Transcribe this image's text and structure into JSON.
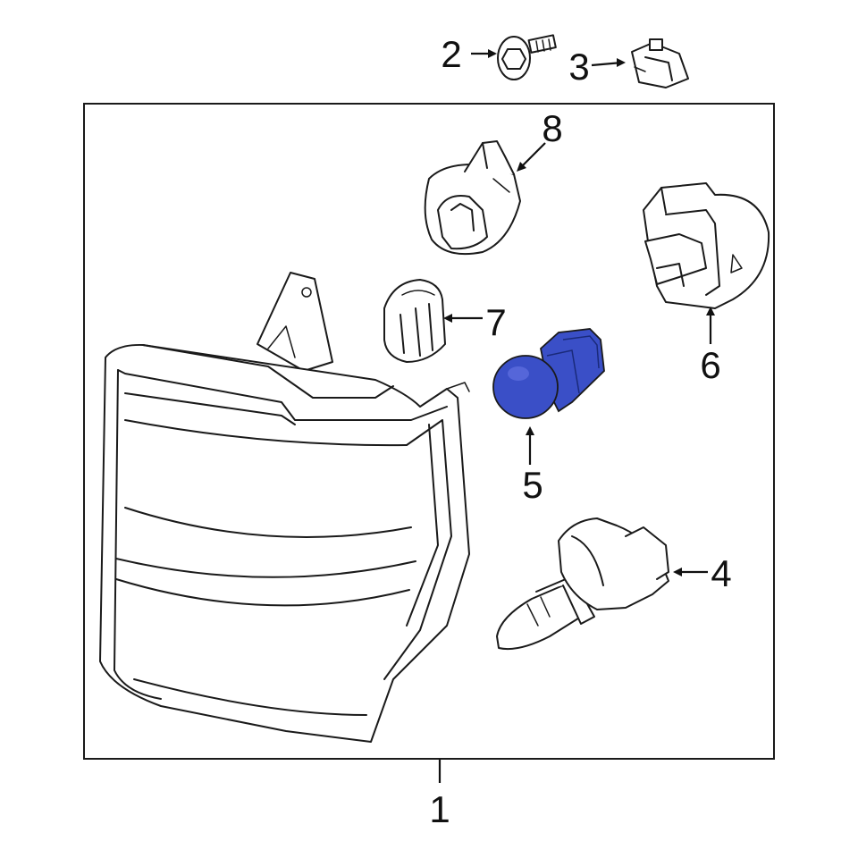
{
  "diagram": {
    "highlight_color": "#3a4fc7",
    "line_color": "#1a1a1a",
    "callouts": [
      {
        "id": "1",
        "label": "1"
      },
      {
        "id": "2",
        "label": "2"
      },
      {
        "id": "3",
        "label": "3"
      },
      {
        "id": "4",
        "label": "4"
      },
      {
        "id": "5",
        "label": "5"
      },
      {
        "id": "6",
        "label": "6"
      },
      {
        "id": "7",
        "label": "7"
      },
      {
        "id": "8",
        "label": "8"
      }
    ],
    "parts": [
      {
        "callout": "1",
        "icon": "headlamp-assembly-icon"
      },
      {
        "callout": "2",
        "icon": "bolt-icon"
      },
      {
        "callout": "3",
        "icon": "clip-nut-icon"
      },
      {
        "callout": "4",
        "icon": "headlamp-bulb-icon"
      },
      {
        "callout": "5",
        "icon": "park-lamp-bulb-icon",
        "highlighted": true
      },
      {
        "callout": "6",
        "icon": "bulb-socket-icon"
      },
      {
        "callout": "7",
        "icon": "wedge-bulb-icon"
      },
      {
        "callout": "8",
        "icon": "socket-icon"
      }
    ]
  }
}
